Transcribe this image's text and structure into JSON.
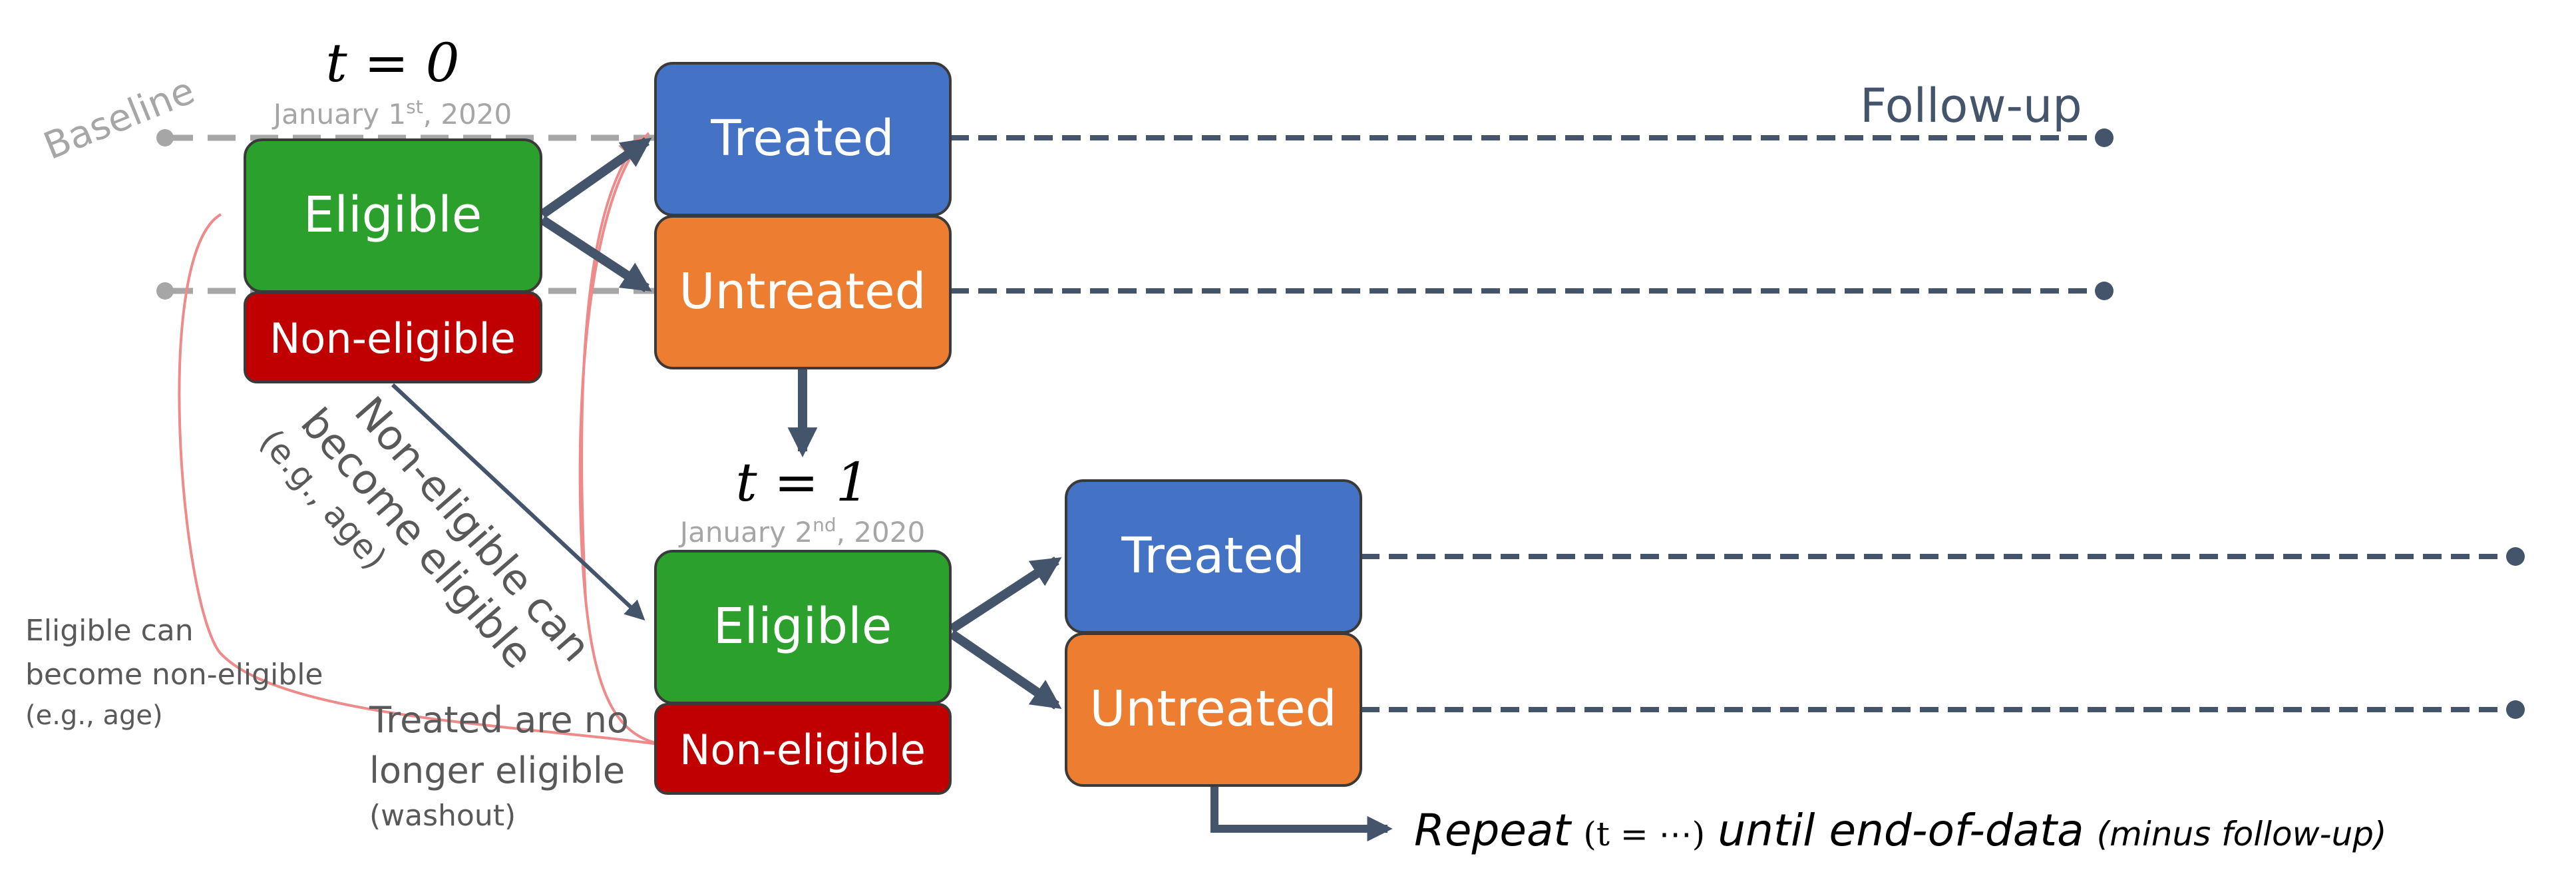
{
  "time_points": [
    {
      "label": "t = 0",
      "date_main": "January 1",
      "date_sup": "st",
      "date_tail": ", 2020"
    },
    {
      "label": "t = 1",
      "date_main": "January 2",
      "date_sup": "nd",
      "date_tail": ", 2020"
    }
  ],
  "baseline_label": "Baseline",
  "followup_label": "Follow-up",
  "boxes": {
    "eligible": "Eligible",
    "non_eligible": "Non-eligible",
    "treated": "Treated",
    "untreated": "Untreated"
  },
  "annotations": {
    "non_eligible_become_line1": "Non-eligible can",
    "non_eligible_become_line2": "become eligible",
    "non_eligible_become_line3": "(e.g., age)",
    "eligible_become_line1": "Eligible can",
    "eligible_become_line2": "become non-eligible",
    "eligible_become_line3": "(e.g., age)",
    "treated_line1": "Treated are no",
    "treated_line2": "longer eligible",
    "treated_line3": "(washout)"
  },
  "repeat": {
    "word": "Repeat",
    "paren": "(t = ⋯)",
    "until": "until end-of-data",
    "minus": "(minus follow-up)"
  },
  "colors": {
    "eligible": "#2ca02c",
    "non_eligible": "#c00000",
    "treated": "#4472c4",
    "untreated": "#ed7d31",
    "arrow": "#44546a",
    "baseline": "#a6a6a6",
    "curve": "#ee8a8a"
  }
}
